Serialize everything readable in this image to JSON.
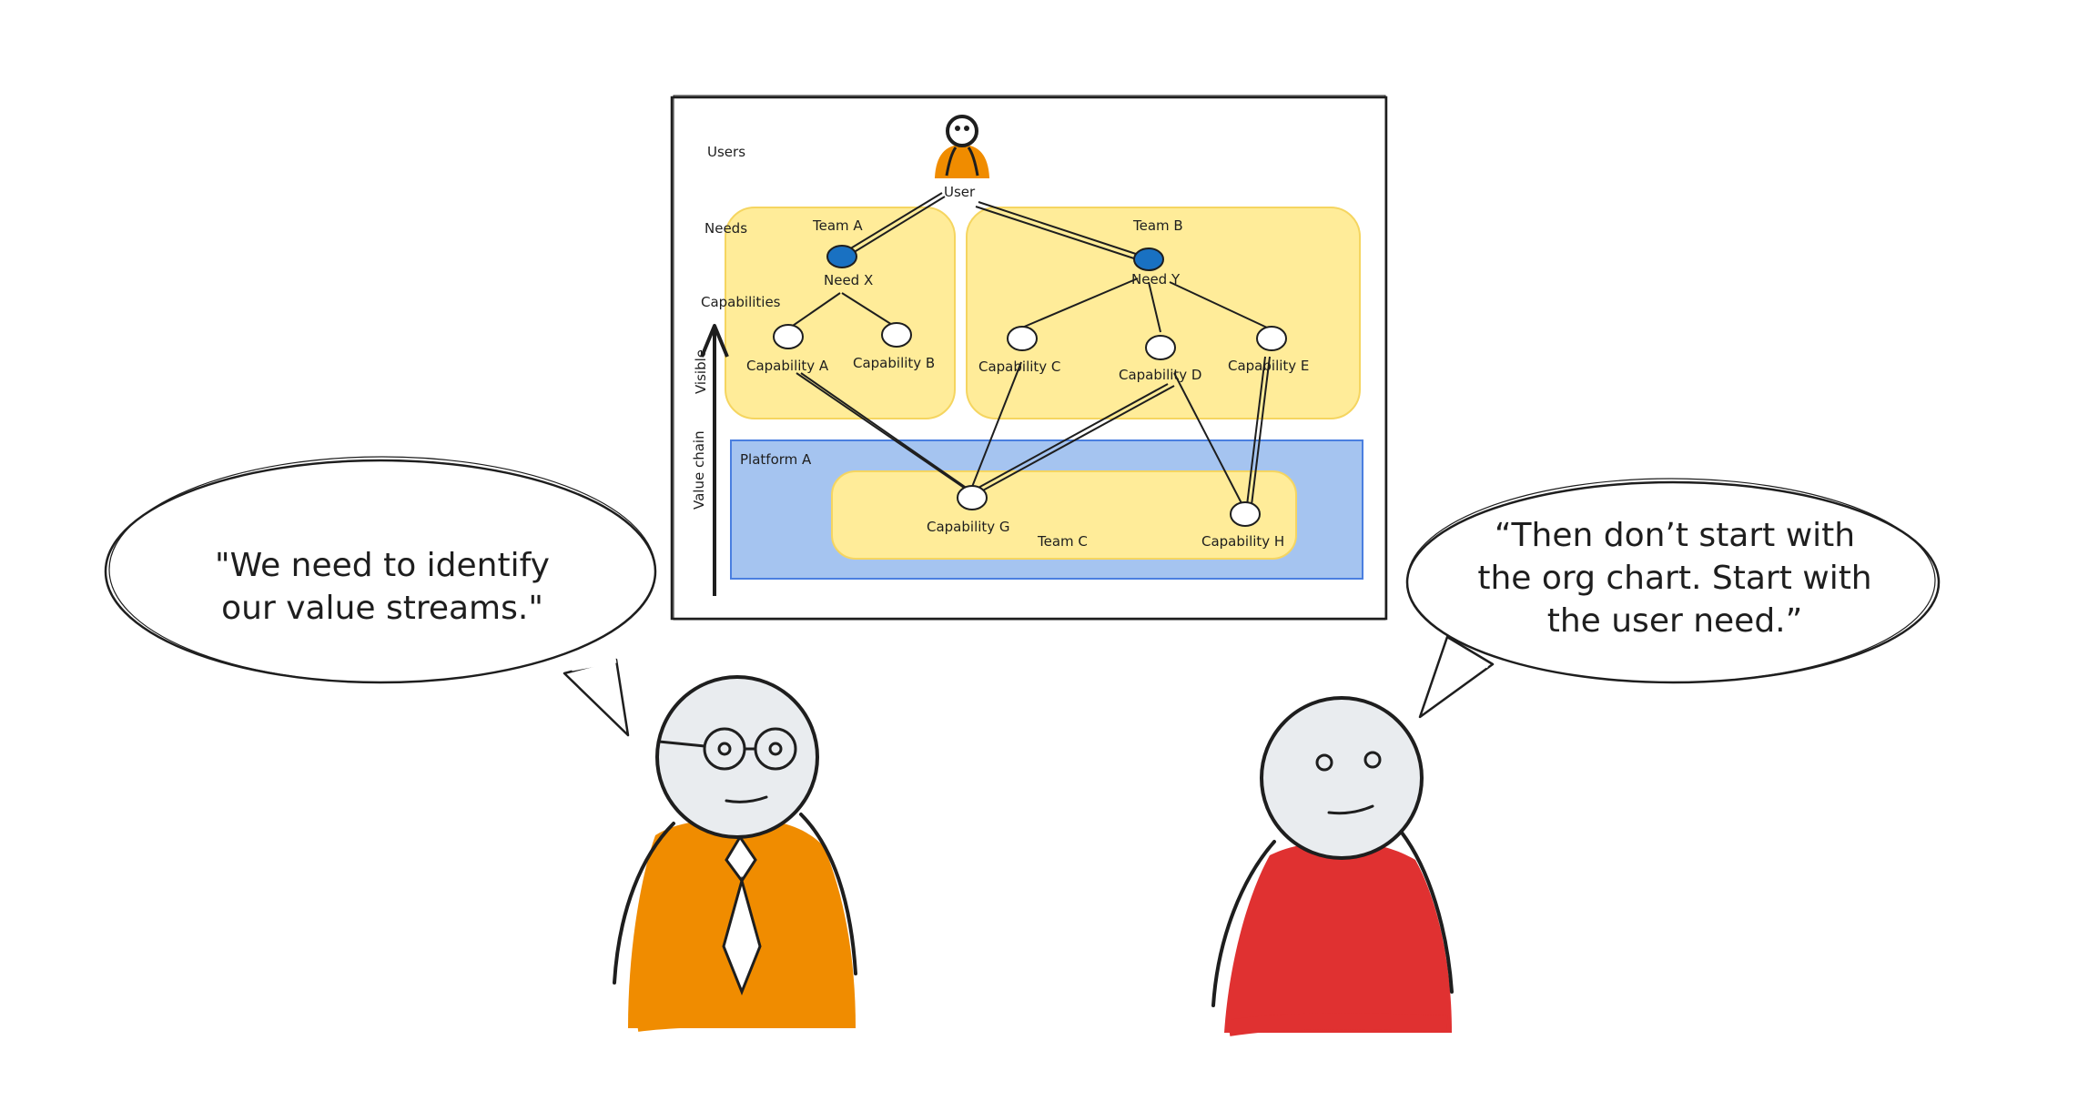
{
  "diagram": {
    "axis": {
      "users": "Users",
      "needs": "Needs",
      "capabilities": "Capabilities",
      "visible": "Visible",
      "value_chain": "Value chain"
    },
    "user_label": "User",
    "teams": {
      "a": "Team A",
      "b": "Team B",
      "c": "Team C"
    },
    "platform": "Platform A",
    "needs": {
      "x": "Need X",
      "y": "Need Y"
    },
    "capabilities": {
      "a": "Capability A",
      "b": "Capability B",
      "c": "Capability C",
      "d": "Capability D",
      "e": "Capability E",
      "g": "Capability G",
      "h": "Capability H"
    }
  },
  "speech": {
    "left_line1": "\"We need to identify",
    "left_line2": "our value streams.\"",
    "right_line1": "“Then don’t start with",
    "right_line2": "the org chart. Start with",
    "right_line3": "the user need.”"
  },
  "colors": {
    "team_fill": "#ffec99",
    "team_stroke": "#f5d560",
    "platform_fill": "#a5c4f0",
    "platform_stroke": "#4a7fe0",
    "need_fill": "#1971c2",
    "orange": "#f08c00",
    "red": "#e03131",
    "face": "#e9ecef",
    "ink": "#1e1e1e"
  }
}
